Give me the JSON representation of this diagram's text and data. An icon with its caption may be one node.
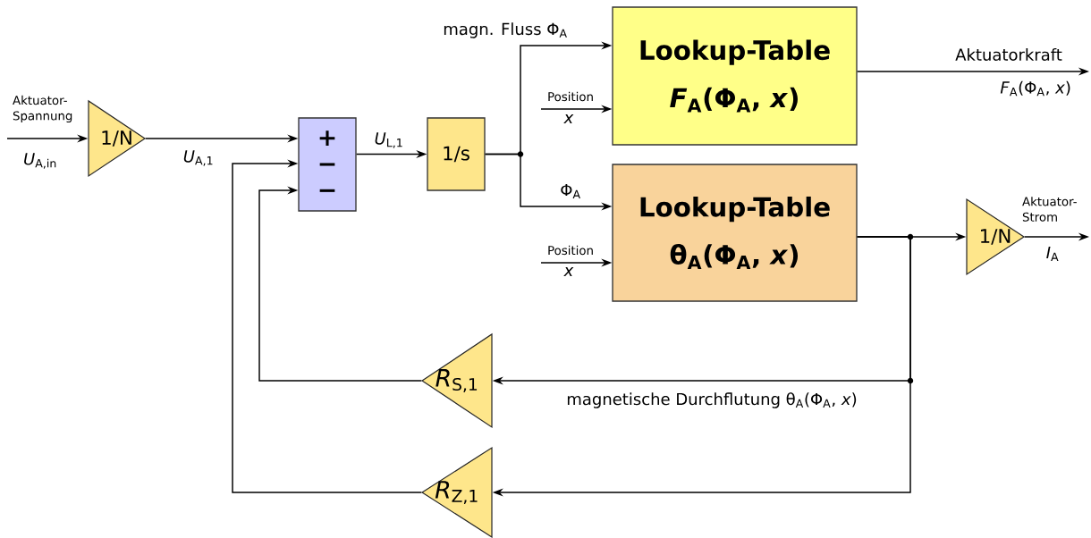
{
  "diagram": {
    "nodes": [
      {
        "text": [
          "1/N"
        ]
      },
      {
        "text": [
          "+",
          "−",
          "−"
        ]
      },
      {
        "text": [
          "1/s"
        ]
      },
      {
        "text": [
          "Lookup-Table",
          "*F*$_{A}$(Φ$_{A}$, *x*)"
        ]
      },
      {
        "text": [
          "Lookup-Table",
          "θ$_{A}$(Φ$_{A}$, *x*)"
        ]
      },
      {
        "text": [
          "1/N"
        ]
      },
      {
        "text": [
          "*R*$_{S,1}$"
        ]
      },
      {
        "text": [
          "*R*$_{Z,1}$"
        ]
      }
    ],
    "edges": [
      {
        "from": null,
        "to": 0,
        "arrow": "to",
        "label": "*U*$_{A,in}$"
      },
      {
        "from": 0,
        "to": 1,
        "arrow": "to",
        "label": "*U*$_{A,1}$"
      },
      {
        "from": 1,
        "to": 2,
        "arrow": "to",
        "label": "*U*$_{L,1}$"
      },
      {
        "from": 2,
        "to": 3,
        "arrow": "to",
        "label": "magn. Fluss  Φ$_{A}$"
      },
      {
        "from": 2,
        "to": 4,
        "arrow": "to",
        "label": "Φ$_{A}$"
      },
      {
        "from": null,
        "to": 3,
        "arrow": "to",
        "label": "*x*"
      },
      {
        "from": null,
        "to": 4,
        "arrow": "to",
        "label": "*x*"
      },
      {
        "from": 3,
        "to": null,
        "arrow": "to",
        "label": "*F*$_{A}$(Φ$_{A}$, *x*)"
      },
      {
        "from": 4,
        "to": 5,
        "arrow": "to"
      },
      {
        "from": 5,
        "to": null,
        "arrow": "to",
        "label": "Aktuator-Strom"
      },
      {
        "from": 4,
        "to": 6,
        "arrow": "to",
        "label": "magnetische Durchflutung θ$_{A}$(Φ$_{A}$, *x*)"
      },
      {
        "from": 4,
        "to": 7,
        "arrow": "to"
      },
      {
        "from": 6,
        "to": 1,
        "arrow": "to"
      },
      {
        "from": 7,
        "to": 1,
        "arrow": "to"
      }
    ],
    "labels": [
      "Aktuator-Spannung",
      "Position",
      "Aktuatorkraft",
      "Position",
      "*I*$_{A}$"
    ]
  }
}
